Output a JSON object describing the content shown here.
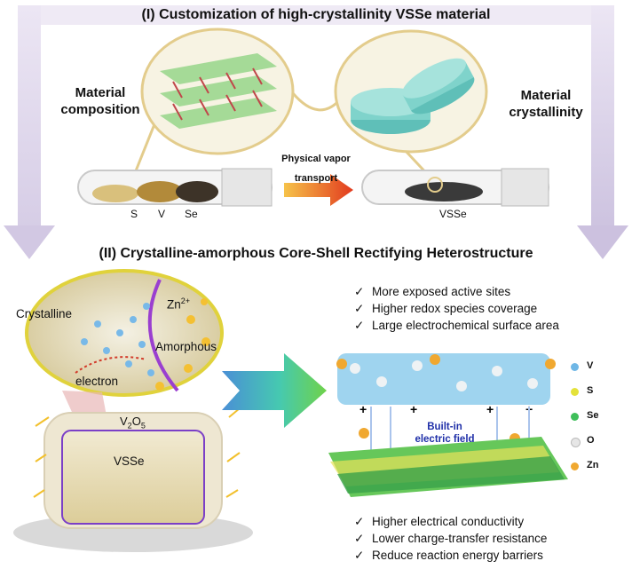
{
  "section1": {
    "title": "(I) Customization of high-crystallinity VSSe material",
    "left_label_line1": "Material",
    "left_label_line2": "composition",
    "right_label_line1": "Material",
    "right_label_line2": "crystallinity",
    "arrow_label_line1": "Physical vapor",
    "arrow_label_line2": "transport",
    "tube_left_labels": [
      "S",
      "V",
      "Se"
    ],
    "tube_right_label": "VSSe"
  },
  "section2": {
    "title": "(II) Crystalline-amorphous Core-Shell Rectifying Heterostructure",
    "zoom": {
      "crystalline": "Crystalline",
      "zn_ion": "Zn",
      "zn_charge": "2+",
      "amorphous": "Amorphous",
      "electron": "electron"
    },
    "core": {
      "shell_v": "V",
      "shell_sub2": "2",
      "shell_o": "O",
      "shell_sub5": "5",
      "core_label": "VSSe"
    },
    "bullets_top": [
      "More exposed active sites",
      "Higher redox species coverage",
      "Large electrochemical surface area"
    ],
    "field_line1": "Built-in",
    "field_line2": "electric field",
    "bullets_bottom": [
      "Higher electrical conductivity",
      "Lower charge-transfer resistance",
      "Reduce reaction energy barriers"
    ],
    "check_symbol": "✓",
    "legend": [
      {
        "label": "V",
        "color": "#6fb7e6"
      },
      {
        "label": "S",
        "color": "#e4e23a"
      },
      {
        "label": "Se",
        "color": "#3fbf5a"
      },
      {
        "label": "O",
        "color": "#e6e6e6"
      },
      {
        "label": "Zn",
        "color": "#f0a830"
      }
    ]
  }
}
